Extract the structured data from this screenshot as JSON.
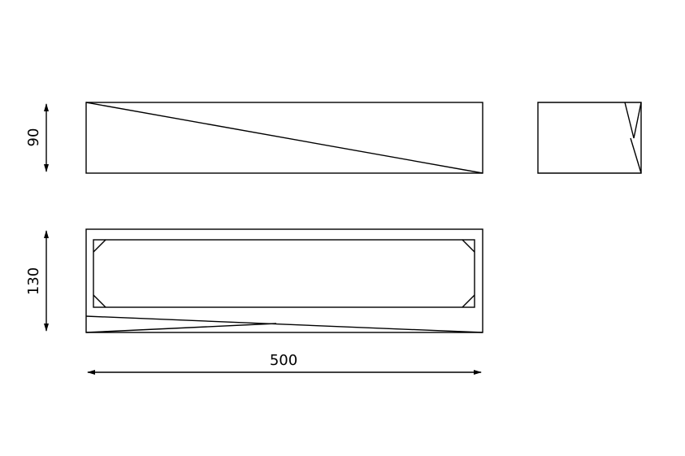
{
  "dimensions": {
    "height_front": "90",
    "height_top": "130",
    "width": "500"
  }
}
